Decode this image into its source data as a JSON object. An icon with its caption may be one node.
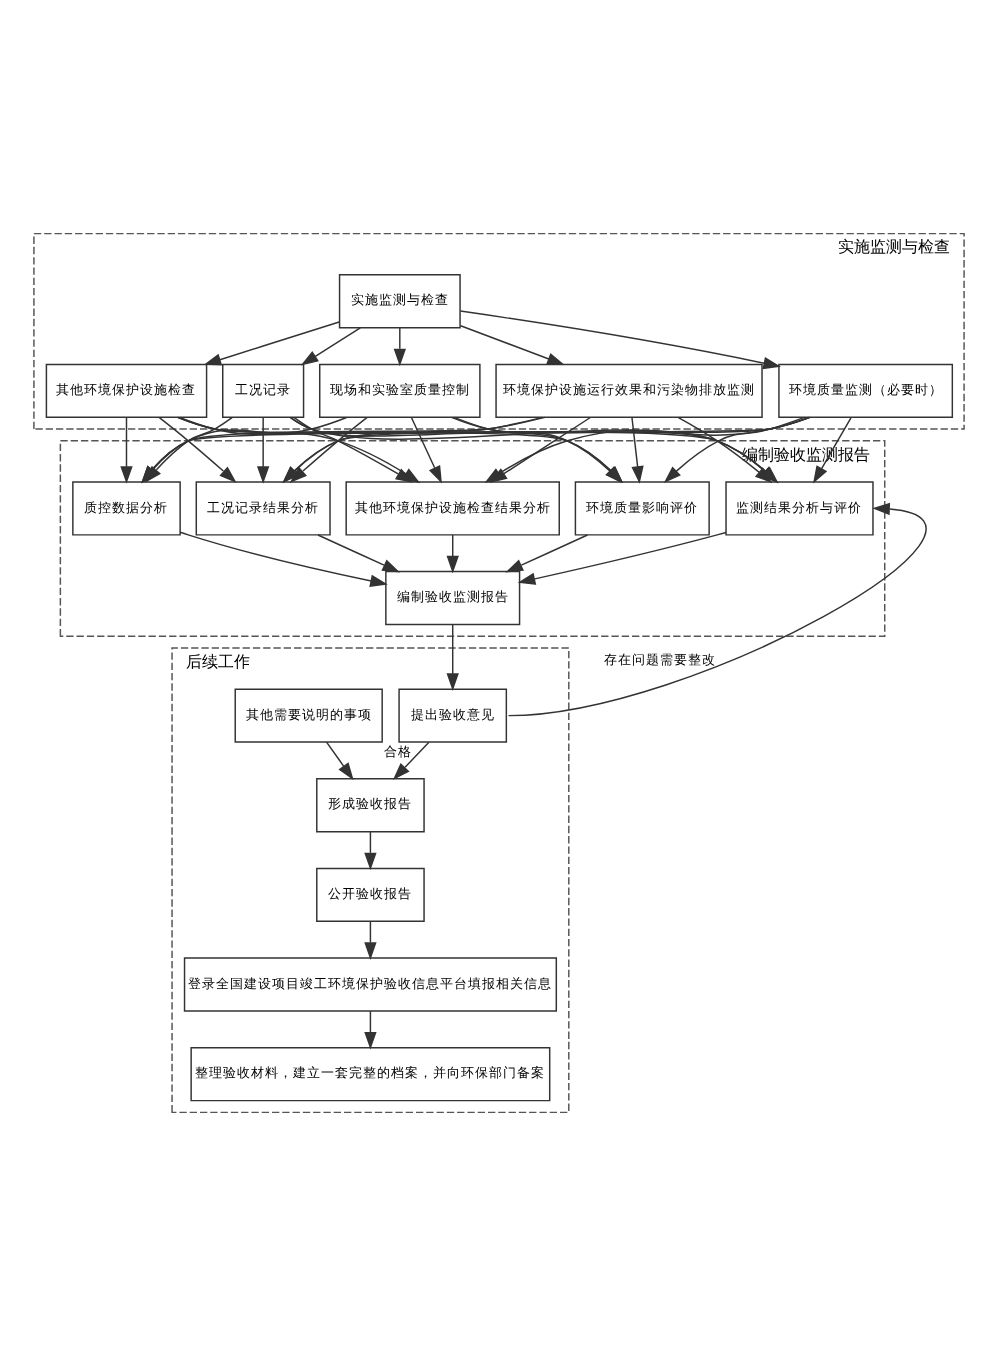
{
  "diagram": {
    "nodes": [
      {
        "text": [
          "实施监测与检查"
        ]
      },
      {
        "text": [
          "实施监测与检查"
        ],
        "in": 0
      },
      {
        "text": [
          "工况记录"
        ],
        "in": 0
      },
      {
        "text": [
          "现场和实验室质量控制"
        ],
        "in": 0
      },
      {
        "text": [
          "环境保护设施运行效果和污染物排放监测"
        ],
        "in": 0
      },
      {
        "text": [
          "环境质量监测（必要时）"
        ],
        "in": 0
      },
      {
        "text": [
          "其他环境保护设施检查"
        ],
        "in": 0
      },
      {
        "text": [
          "编制验收监测报告"
        ]
      },
      {
        "text": [
          "工况记录结果分析"
        ],
        "in": 7
      },
      {
        "text": [
          "质控数据分析"
        ],
        "in": 7
      },
      {
        "text": [
          "监测结果分析与评价"
        ],
        "in": 7
      },
      {
        "text": [
          "环境质量影响评价"
        ],
        "in": 7
      },
      {
        "text": [
          "其他环境保护设施检查结果分析"
        ],
        "in": 7
      },
      {
        "text": [
          "编制验收监测报告"
        ],
        "in": 7
      },
      {
        "text": [
          "后续工作"
        ]
      },
      {
        "text": [
          "提出验收意见"
        ],
        "in": 14
      },
      {
        "text": [
          "其他需要说明的事项"
        ],
        "in": 14
      },
      {
        "text": [
          "形成验收报告"
        ],
        "in": 14
      },
      {
        "text": [
          "公开验收报告"
        ],
        "in": 14
      },
      {
        "text": [
          "登录全国建设项目竣工环境保护验收信息平台填报相关信息"
        ],
        "in": 14
      },
      {
        "text": [
          "整理验收材料，建立一套完整的档案，并向环保部门备案"
        ],
        "in": 14
      }
    ],
    "edges": [
      {
        "from": 1,
        "to": 2,
        "arrow": "to"
      },
      {
        "from": 1,
        "to": 3,
        "arrow": "to"
      },
      {
        "from": 1,
        "to": 4,
        "arrow": "to"
      },
      {
        "from": 1,
        "to": 5,
        "arrow": "to"
      },
      {
        "from": 1,
        "to": 6,
        "arrow": "to"
      },
      {
        "from": 2,
        "to": 8,
        "arrow": "to"
      },
      {
        "from": 2,
        "to": 9,
        "arrow": "to"
      },
      {
        "from": 2,
        "to": 10,
        "arrow": "to"
      },
      {
        "from": 2,
        "to": 11,
        "arrow": "to"
      },
      {
        "from": 2,
        "to": 12,
        "arrow": "to"
      },
      {
        "from": 3,
        "to": 8,
        "arrow": "to"
      },
      {
        "from": 3,
        "to": 9,
        "arrow": "to"
      },
      {
        "from": 3,
        "to": 10,
        "arrow": "to"
      },
      {
        "from": 3,
        "to": 11,
        "arrow": "to"
      },
      {
        "from": 3,
        "to": 12,
        "arrow": "to"
      },
      {
        "from": 4,
        "to": 8,
        "arrow": "to"
      },
      {
        "from": 4,
        "to": 9,
        "arrow": "to"
      },
      {
        "from": 4,
        "to": 10,
        "arrow": "to"
      },
      {
        "from": 4,
        "to": 11,
        "arrow": "to"
      },
      {
        "from": 4,
        "to": 12,
        "arrow": "to"
      },
      {
        "from": 5,
        "to": 8,
        "arrow": "to"
      },
      {
        "from": 5,
        "to": 9,
        "arrow": "to"
      },
      {
        "from": 5,
        "to": 10,
        "arrow": "to"
      },
      {
        "from": 5,
        "to": 11,
        "arrow": "to"
      },
      {
        "from": 5,
        "to": 12,
        "arrow": "to"
      },
      {
        "from": 6,
        "to": 8,
        "arrow": "to"
      },
      {
        "from": 6,
        "to": 9,
        "arrow": "to"
      },
      {
        "from": 6,
        "to": 10,
        "arrow": "to"
      },
      {
        "from": 6,
        "to": 11,
        "arrow": "to"
      },
      {
        "from": 6,
        "to": 12,
        "arrow": "to"
      },
      {
        "from": 8,
        "to": 13,
        "arrow": "to"
      },
      {
        "from": 9,
        "to": 13,
        "arrow": "to"
      },
      {
        "from": 10,
        "to": 13,
        "arrow": "to"
      },
      {
        "from": 11,
        "to": 13,
        "arrow": "to"
      },
      {
        "from": 12,
        "to": 13,
        "arrow": "to"
      },
      {
        "from": 13,
        "to": 15,
        "arrow": "to"
      },
      {
        "from": 15,
        "to": 17,
        "arrow": "to",
        "label": "合格"
      },
      {
        "from": 16,
        "to": 17,
        "arrow": "to"
      },
      {
        "from": 15,
        "to": 10,
        "arrow": "to",
        "label": "存在问题需要整改"
      },
      {
        "from": 17,
        "to": 18,
        "arrow": "to"
      },
      {
        "from": 18,
        "to": 19,
        "arrow": "to"
      },
      {
        "from": 19,
        "to": 20,
        "arrow": "to"
      }
    ]
  }
}
